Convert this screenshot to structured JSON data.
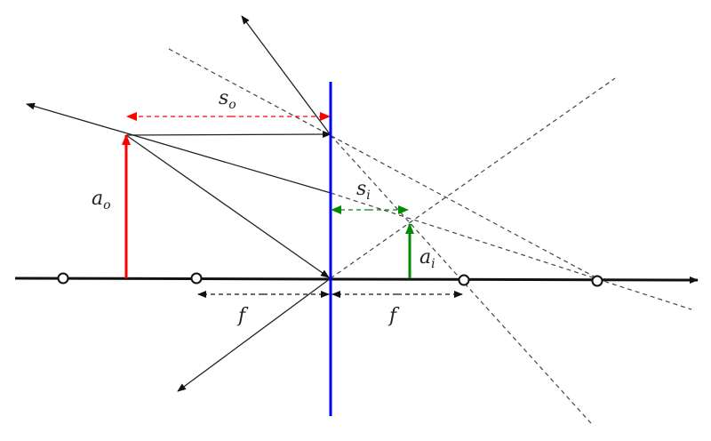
{
  "labels": {
    "object_distance": "s",
    "object_distance_sub": "o",
    "image_distance": "s",
    "image_distance_sub": "i",
    "object_height": "a",
    "object_height_sub": "o",
    "image_height": "a",
    "image_height_sub": "i",
    "focal_left": "f",
    "focal_right": "f"
  },
  "colors": {
    "lens": "#0000ff",
    "object": "#ff0000",
    "image": "#008c00",
    "rays": "#222222",
    "construction": "#444444"
  }
}
